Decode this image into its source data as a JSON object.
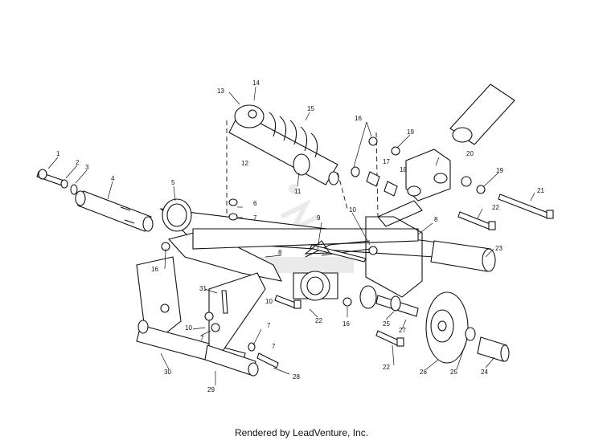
{
  "diagram": {
    "part_numbers": [
      "1",
      "2",
      "3",
      "4",
      "5",
      "6",
      "7",
      "7",
      "7",
      "7",
      "8",
      "8",
      "9",
      "10",
      "10",
      "10",
      "11",
      "12",
      "13",
      "14",
      "15",
      "16",
      "16",
      "16",
      "17",
      "18",
      "19",
      "19",
      "20",
      "21",
      "22",
      "22",
      "22",
      "23",
      "24",
      "25",
      "25",
      "26",
      "27",
      "28",
      "29",
      "30",
      "31"
    ]
  },
  "footer": {
    "text": "Rendered by LeadVenture, Inc."
  }
}
